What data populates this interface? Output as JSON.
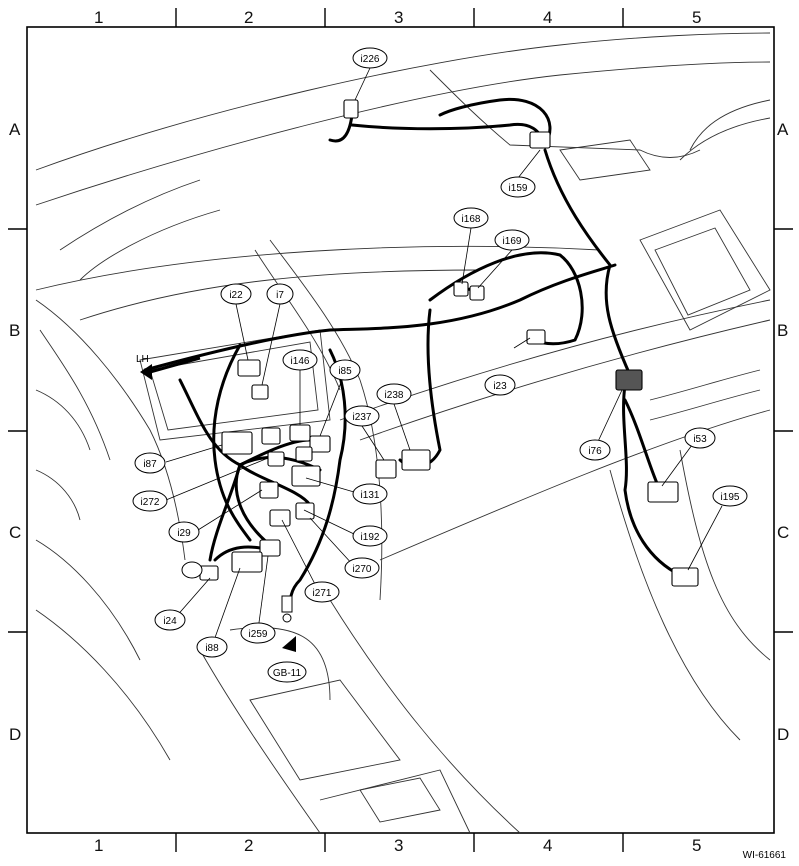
{
  "grid": {
    "columns": [
      "1",
      "2",
      "3",
      "4",
      "5"
    ],
    "rows": [
      "A",
      "B",
      "C",
      "D"
    ]
  },
  "callouts": {
    "i226": "i226",
    "i159": "i159",
    "i168": "i168",
    "i169": "i169",
    "i22": "i22",
    "i7": "i7",
    "i146": "i146",
    "i85": "i85",
    "i238": "i238",
    "i237": "i237",
    "i23": "i23",
    "i87": "i87",
    "i272": "i272",
    "i131": "i131",
    "i29": "i29",
    "i192": "i192",
    "i270": "i270",
    "i271": "i271",
    "i24": "i24",
    "i88": "i88",
    "i259": "i259",
    "gb11": "GB-11",
    "i76": "i76",
    "i53": "i53",
    "i195": "i195"
  },
  "labels": {
    "lh": "LH",
    "figure_id": "WI-61661"
  }
}
